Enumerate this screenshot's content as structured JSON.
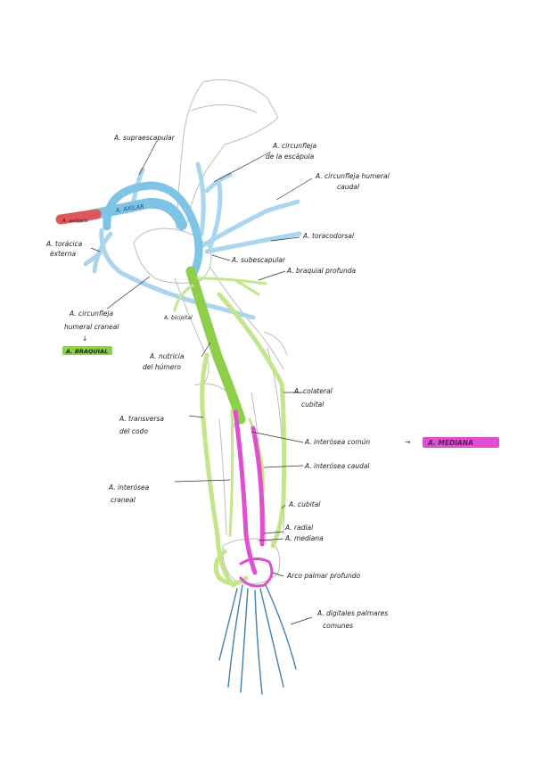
{
  "labels": {
    "supraescapular": "A. supraescapular",
    "circ_escapula_1": "A. circunfleja",
    "circ_escapula_2": "de la escápula",
    "circ_humeral_caudal_1": "A. circunfleja humeral",
    "circ_humeral_caudal_2": "caudal",
    "axilar": "A. AXILAR",
    "axillaris_tag": "A. axillaris",
    "toracodorsal": "A. toracodorsal",
    "toracica_externa_1": "A. torácica",
    "toracica_externa_2": "externa",
    "subescapular": "A. subescapular",
    "braquial_profunda": "A. braquial profunda",
    "circ_humeral_craneal_1": "A. circunfleja",
    "circ_humeral_craneal_2": "humeral craneal",
    "arrow_down": "↓",
    "braquial": "A. BRAQUIAL",
    "bicipital": "A. bicipital",
    "nutricia_1": "A. nutricia",
    "nutricia_2": "del húmero",
    "colateral_cubital_1": "A. colateral",
    "colateral_cubital_2": "cubital",
    "transversa_codo_1": "A. transversa",
    "transversa_codo_2": "del codo",
    "interosea_comun": "A. interósea común",
    "arrow_right": "→",
    "mediana_hl": "A. MEDIANA",
    "interosea_caudal": "A. interósea caudal",
    "interosea_craneal_1": "A. interósea",
    "interosea_craneal_2": "craneal",
    "cubital": "A. cubital",
    "radial": "A. radial",
    "mediana": "A. mediana",
    "arco_palmar": "Arco palmar profundo",
    "digitales_1": "A. digitales palmares",
    "digitales_2": "comunes"
  },
  "colors": {
    "axilar_blue": "#7fc3e6",
    "branch_blue": "#a9d6ee",
    "red_tag": "#e0575a",
    "braquial_green": "#8fce4b",
    "light_green": "#c4e68a",
    "mediana_pink": "#e04fd0",
    "digital_blue": "#3f7fb0",
    "bone_line": "#b9b9b9"
  }
}
